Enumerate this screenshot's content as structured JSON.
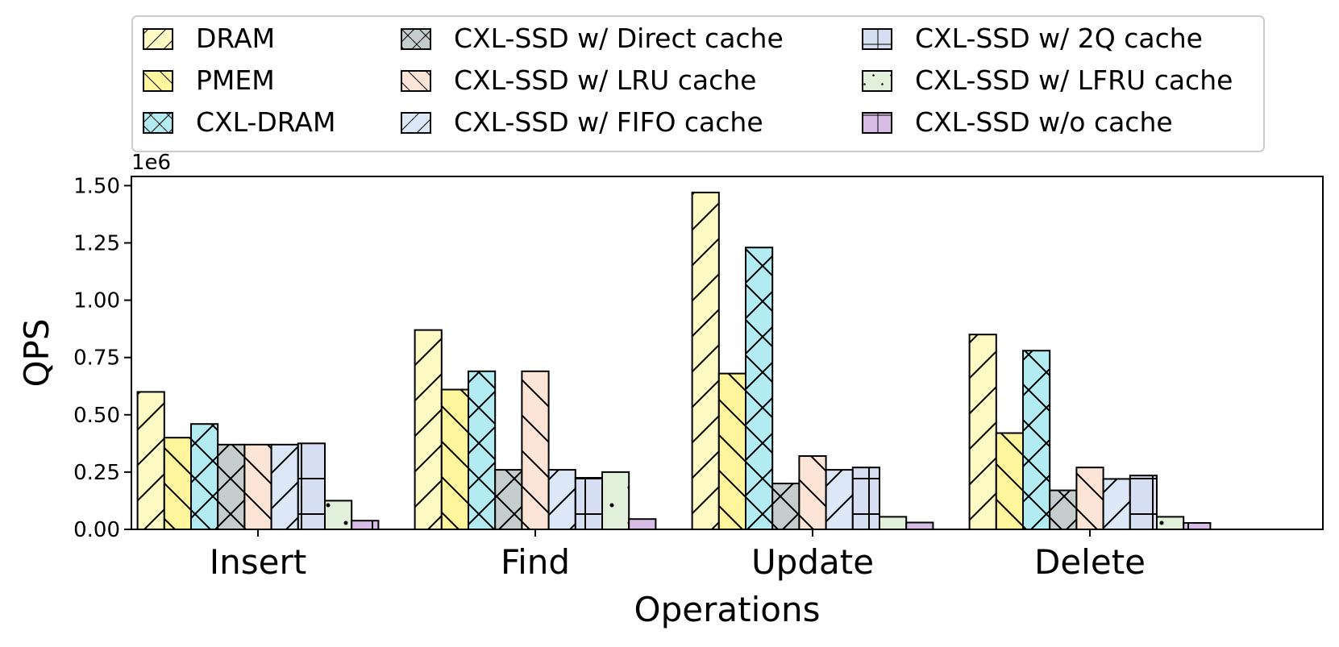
{
  "chart_data": {
    "type": "bar",
    "xlabel": "Operations",
    "ylabel": "QPS",
    "y_multiplier_label": "1e6",
    "ylim": [
      0,
      1.54
    ],
    "yticks": [
      0.0,
      0.25,
      0.5,
      0.75,
      1.0,
      1.25,
      1.5
    ],
    "ytick_labels": [
      "0.00",
      "0.25",
      "0.50",
      "0.75",
      "1.00",
      "1.25",
      "1.50"
    ],
    "grid": false,
    "legend_position": "top-center",
    "categories": [
      "Insert",
      "Find",
      "Update",
      "Delete"
    ],
    "series": [
      {
        "name": "DRAM",
        "values": [
          0.6,
          0.87,
          1.47,
          0.85
        ],
        "color": "#FFF9C4",
        "hatch": "forward"
      },
      {
        "name": "PMEM",
        "values": [
          0.4,
          0.61,
          0.68,
          0.42
        ],
        "color": "#FFF59D",
        "hatch": "backward"
      },
      {
        "name": "CXL-DRAM",
        "values": [
          0.46,
          0.69,
          1.23,
          0.78
        ],
        "color": "#B2EBF2",
        "hatch": "cross"
      },
      {
        "name": "CXL-SSD w/ Direct cache",
        "values": [
          0.37,
          0.26,
          0.2,
          0.17
        ],
        "color": "#C5CDCC",
        "hatch": "cross"
      },
      {
        "name": "CXL-SSD w/ LRU cache",
        "values": [
          0.37,
          0.69,
          0.32,
          0.27
        ],
        "color": "#FCE4D6",
        "hatch": "backward"
      },
      {
        "name": "CXL-SSD w/ FIFO cache",
        "values": [
          0.37,
          0.26,
          0.26,
          0.22
        ],
        "color": "#DCE8F7",
        "hatch": "forward"
      },
      {
        "name": "CXL-SSD w/ 2Q cache",
        "values": [
          0.375,
          0.225,
          0.27,
          0.235
        ],
        "color": "#D6DFF2",
        "hatch": "grid"
      },
      {
        "name": "CXL-SSD w/ LFRU cache",
        "values": [
          0.125,
          0.25,
          0.055,
          0.055
        ],
        "color": "#E1F0DA",
        "hatch": "dots"
      },
      {
        "name": "CXL-SSD w/o cache",
        "values": [
          0.038,
          0.045,
          0.03,
          0.028
        ],
        "color": "#D7BDE6",
        "hatch": "plus"
      }
    ]
  }
}
